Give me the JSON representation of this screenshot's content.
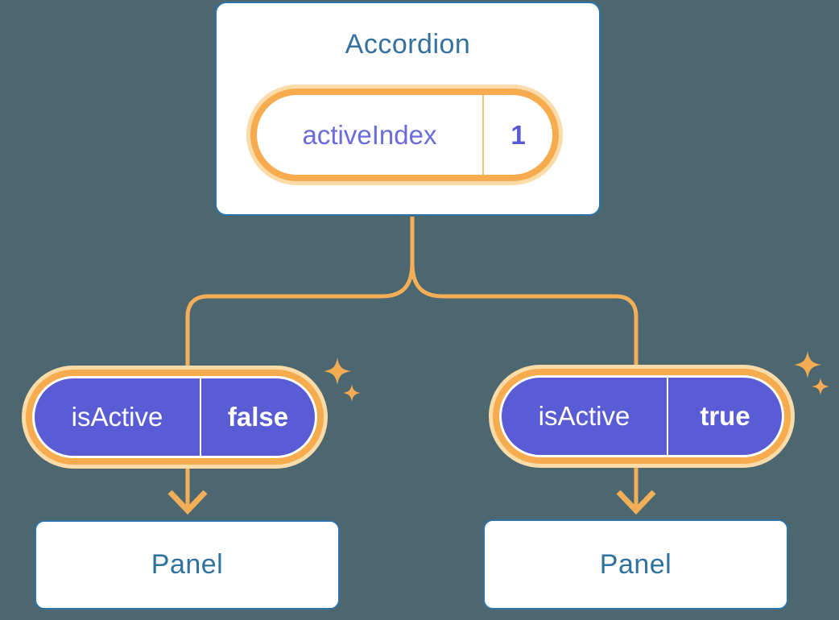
{
  "diagram": {
    "root": {
      "title": "Accordion",
      "state": {
        "label": "activeIndex",
        "value": "1"
      }
    },
    "children": [
      {
        "prop": {
          "label": "isActive",
          "value": "false"
        },
        "panel": {
          "title": "Panel"
        }
      },
      {
        "prop": {
          "label": "isActive",
          "value": "true"
        },
        "panel": {
          "title": "Panel"
        }
      }
    ]
  },
  "icons": {
    "sparkles": "four-point-star sparkles",
    "arrow": "chevron down arrow"
  },
  "colors": {
    "background": "#4C6770",
    "card_fill": "#FFFFFF",
    "card_border_blue": "#2E74A8",
    "card_text_blue": "#35719E",
    "pill_purple": "#5A5CD6",
    "ring_orange": "#F5AB4E",
    "ring_peach": "#FBDBA7",
    "connector_orange": "#F3AF58",
    "sparkle_orange": "#F4AC52",
    "state_label_purple": "#6B6BDB",
    "state_value_purple": "#5B58D4"
  }
}
